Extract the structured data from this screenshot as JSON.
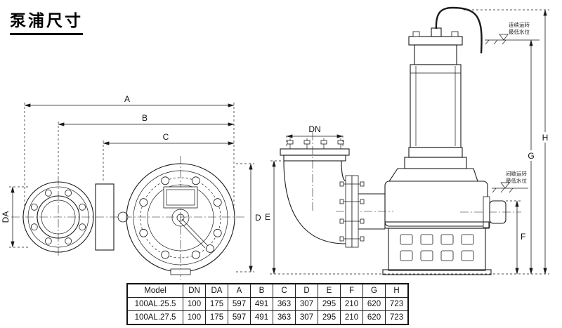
{
  "title": "泵浦尺寸",
  "labels": {
    "A": "A",
    "B": "B",
    "C": "C",
    "D": "D",
    "E": "E",
    "F": "F",
    "G": "G",
    "H": "H",
    "DN": "DN",
    "DA": "DA"
  },
  "annotations": {
    "upper_water_level": "连续运转\n最低水位",
    "lower_water_level": "间歇运转\n最低水位"
  },
  "table": {
    "headers": [
      "Model",
      "DN",
      "DA",
      "A",
      "B",
      "C",
      "D",
      "E",
      "F",
      "G",
      "H"
    ],
    "rows": [
      [
        "100AL.25.5",
        "100",
        "175",
        "597",
        "491",
        "363",
        "307",
        "295",
        "210",
        "620",
        "723"
      ],
      [
        "100AL.27.5",
        "100",
        "175",
        "597",
        "491",
        "363",
        "307",
        "295",
        "210",
        "620",
        "723"
      ]
    ]
  },
  "colors": {
    "line": "#1a1a1a",
    "background": "#ffffff"
  }
}
